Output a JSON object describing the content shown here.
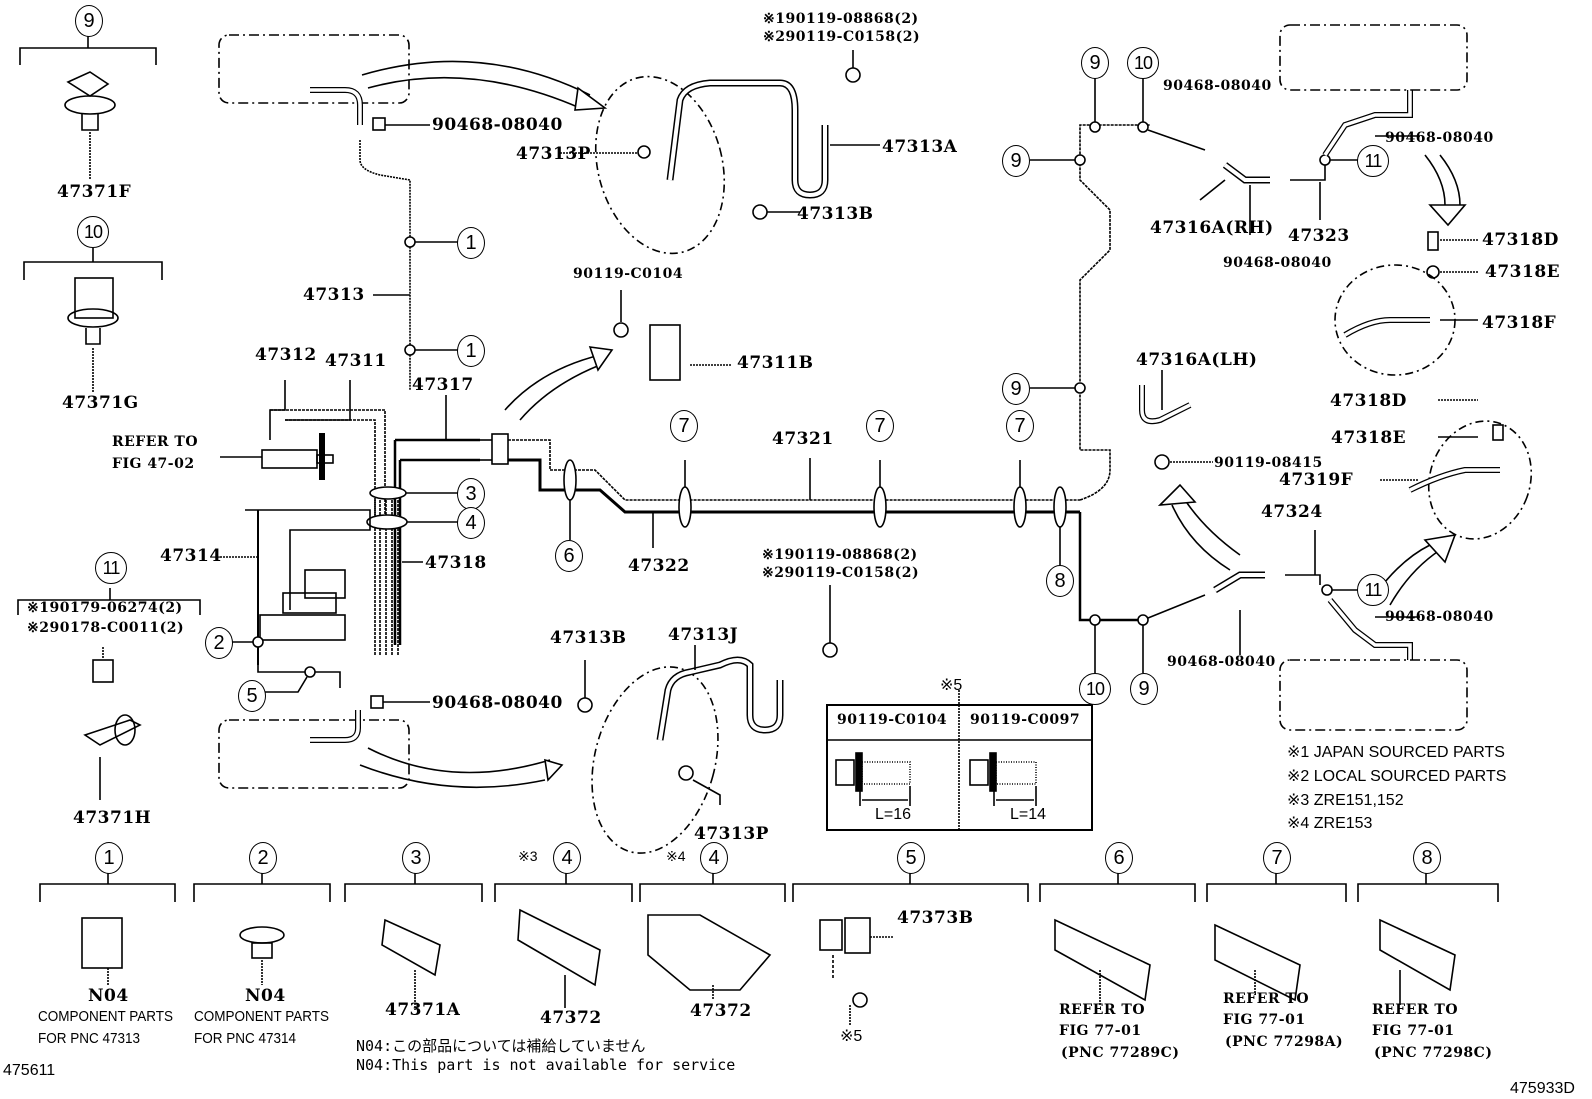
{
  "figure": {
    "type": "parts-catalog-diagram",
    "subject": "Brake tube and clamp assembly",
    "figure_id_left": "475611",
    "figure_id_right": "475933D"
  },
  "callouts": {
    "c1": "1",
    "c2": "2",
    "c3": "3",
    "c4": "4",
    "c5": "5",
    "c6": "6",
    "c7": "7",
    "c8": "8",
    "c9": "9",
    "c10": "10",
    "c11": "11"
  },
  "parts": {
    "p47371F": "47371F",
    "p47371G": "47371G",
    "p47371H": "47371H",
    "p47313": "47313",
    "p47312": "47312",
    "p47311": "47311",
    "p47317": "47317",
    "p47314": "47314",
    "p47318": "47318",
    "p47313P": "47313P",
    "p47313A": "47313A",
    "p47313B": "47313B",
    "p47313J": "47313J",
    "p47311B": "47311B",
    "p47321": "47321",
    "p47322": "47322",
    "p47316A_RH": "47316A(RH)",
    "p47316A_LH": "47316A(LH)",
    "p47323": "47323",
    "p47324": "47324",
    "p47318D": "47318D",
    "p47318E": "47318E",
    "p47318F": "47318F",
    "p47319F": "47319F",
    "p47371A": "47371A",
    "p47372": "47372",
    "p47373B": "47373B",
    "clip": "90468-08040",
    "bolt_c0104": "90119-C0104",
    "bolt_c0097": "90119-C0097",
    "bolt_08415": "90119-08415",
    "n04": "N04"
  },
  "notes": {
    "refer_fig_4702_1": "REFER TO",
    "refer_fig_4702_2": "FIG 47-02",
    "nut_japan_top": "※190119-08868(2)",
    "nut_local_top": "※290119-C0158(2)",
    "nut_japan_bottom": "※190119-08868(2)",
    "nut_local_bottom": "※290119-C0158(2)",
    "clamp11_japan": "※190179-06274(2)",
    "clamp11_local": "※290178-C0011(2)",
    "ref5": "※5",
    "ref5_bottom": "※5",
    "len16": "L=16",
    "len14": "L=14",
    "ref3": "※3",
    "ref4": "※4",
    "comp_parts": "COMPONENT PARTS",
    "for_pnc_47313": "FOR PNC 47313",
    "for_pnc_47314": "FOR PNC 47314",
    "refer_to": "REFER TO",
    "fig_7701": "FIG 77-01",
    "pnc_77289C": "(PNC 77289C)",
    "pnc_77298A": "(PNC 77298A)",
    "pnc_77298C": "(PNC 77298C)",
    "n04_jp": "N04:この部品については補給していません",
    "n04_en": "N04:This part is not available for service"
  },
  "legend": [
    "※1 JAPAN SOURCED PARTS",
    "※2 LOCAL SOURCED PARTS",
    "※3 ZRE151,152",
    "※4 ZRE153"
  ],
  "colors": {
    "ink": "#000000",
    "paper": "#ffffff"
  }
}
